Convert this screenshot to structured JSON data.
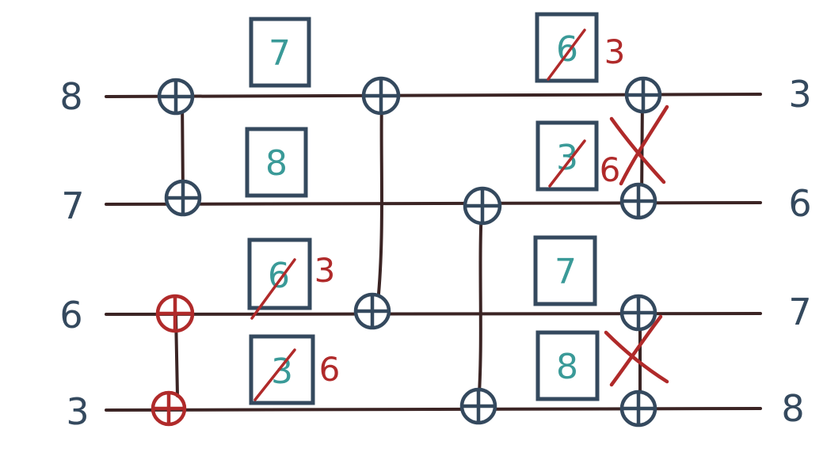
{
  "inputs": [
    "8",
    "7",
    "6",
    "3"
  ],
  "outputs": [
    "3",
    "6",
    "7",
    "8"
  ],
  "stage1": {
    "boxes": [
      "7",
      "8",
      "6",
      "3"
    ],
    "red_notes": [
      "",
      "",
      "3",
      "6"
    ]
  },
  "stage2": {
    "boxes": [
      "6",
      "3",
      "7",
      "8"
    ],
    "red_notes": [
      "3",
      "6",
      "",
      ""
    ]
  },
  "colors": {
    "wire": "#3b2424",
    "ink": "#34495e",
    "box_digit": "#3a9a98",
    "red": "#b02a2a"
  },
  "icons": [
    "xor-gate-icon",
    "crossed-out-icon"
  ]
}
